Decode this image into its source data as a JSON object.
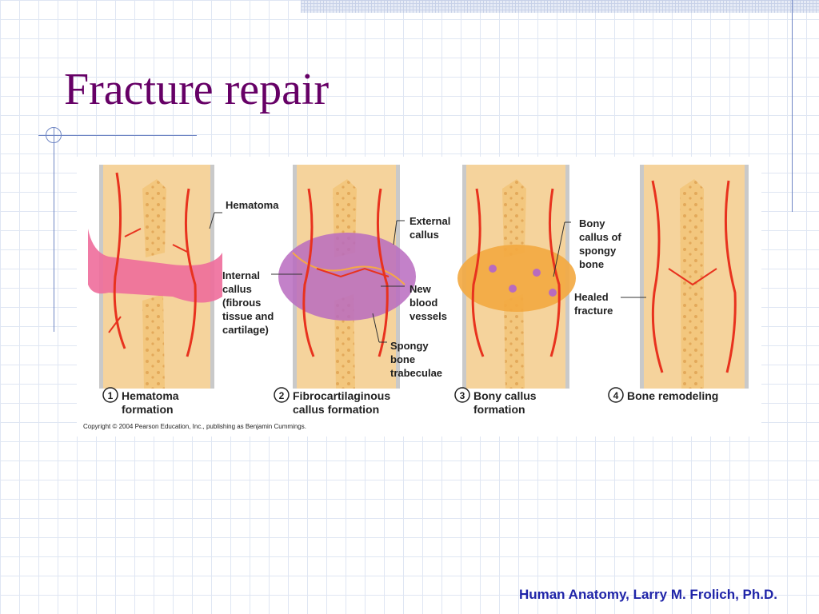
{
  "slide": {
    "title": "Fracture repair",
    "footer": "Human Anatomy, Larry M. Frolich, Ph.D."
  },
  "figure": {
    "copyright": "Copyright © 2004 Pearson Education, Inc., publishing as Benjamin Cummings.",
    "stages": [
      {
        "number": "1",
        "caption_line1": "Hematoma",
        "caption_line2": "formation"
      },
      {
        "number": "2",
        "caption_line1": "Fibrocartilaginous",
        "caption_line2": "callus formation"
      },
      {
        "number": "3",
        "caption_line1": "Bony callus",
        "caption_line2": "formation"
      },
      {
        "number": "4",
        "caption_line1": "Bone remodeling",
        "caption_line2": ""
      }
    ],
    "labels": {
      "hematoma": "Hematoma",
      "internal_callus": [
        "Internal",
        "callus",
        "(fibrous",
        "tissue and",
        "cartilage)"
      ],
      "external_callus": [
        "External",
        "callus"
      ],
      "new_blood_vessels": [
        "New",
        "blood",
        "vessels"
      ],
      "spongy_bone_trabeculae": [
        "Spongy",
        "bone",
        "trabeculae"
      ],
      "bony_callus": [
        "Bony",
        "callus of",
        "spongy",
        "bone"
      ],
      "healed_fracture": [
        "Healed",
        "fracture"
      ]
    }
  },
  "colors": {
    "title": "#660066",
    "footer": "#1f24a8",
    "bone": "#f5cf8d",
    "blood_vessel": "#e8321e",
    "hematoma": "#ee6d9b",
    "fibrocartilage": "#b86bbf"
  }
}
